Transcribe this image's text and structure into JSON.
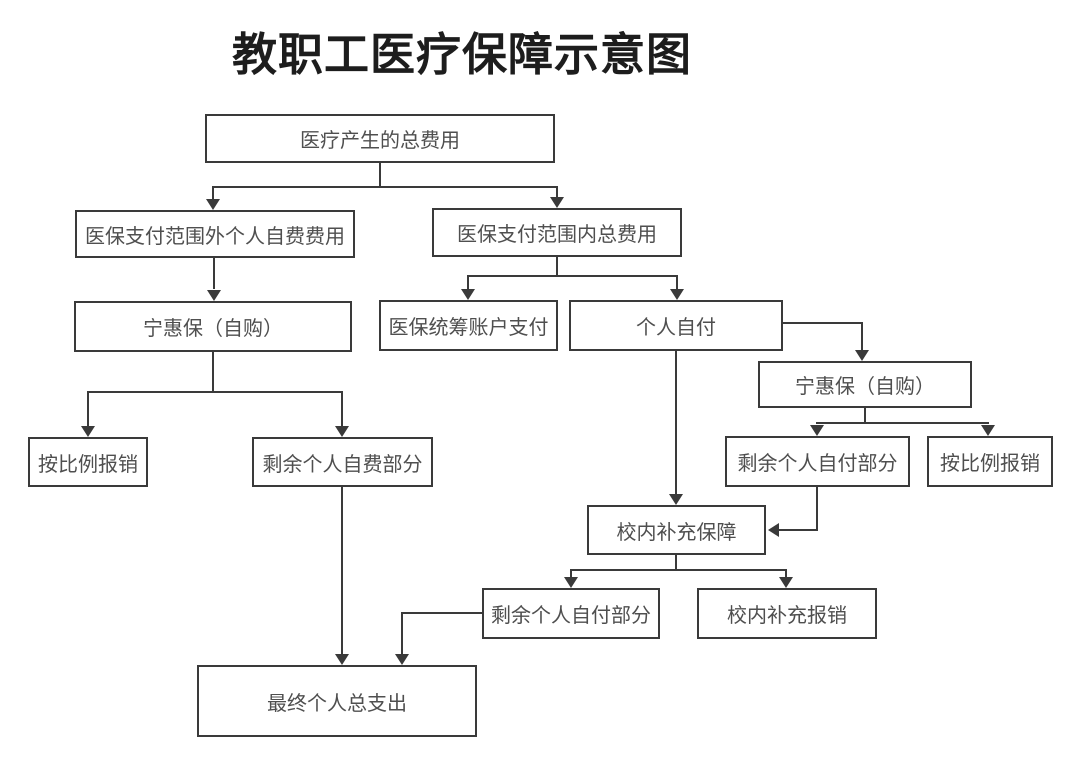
{
  "title": "教职工医疗保障示意图",
  "diagram": {
    "type": "flowchart",
    "nodes": {
      "total_cost": "医疗产生的总费用",
      "out_of_scope_self_pay": "医保支付范围外个人自费费用",
      "in_scope_total": "医保支付范围内总费用",
      "ninghuibao_left": "宁惠保（自购）",
      "pooled_account": "医保统筹账户支付",
      "personal_pay": "个人自付",
      "ninghuibao_right": "宁惠保（自购）",
      "remaining_self_pay_right": "剩余个人自付部分",
      "proportional_reimb_right": "按比例报销",
      "proportional_reimb_left": "按比例报销",
      "remaining_self_fund_left": "剩余个人自费部分",
      "campus_supplement": "校内补充保障",
      "remaining_self_pay_bottom": "剩余个人自付部分",
      "campus_reimb": "校内补充报销",
      "final_total": "最终个人总支出"
    },
    "edges": [
      {
        "from": "total_cost",
        "to": "out_of_scope_self_pay"
      },
      {
        "from": "total_cost",
        "to": "in_scope_total"
      },
      {
        "from": "out_of_scope_self_pay",
        "to": "ninghuibao_left"
      },
      {
        "from": "in_scope_total",
        "to": "pooled_account"
      },
      {
        "from": "in_scope_total",
        "to": "personal_pay"
      },
      {
        "from": "ninghuibao_left",
        "to": "proportional_reimb_left"
      },
      {
        "from": "ninghuibao_left",
        "to": "remaining_self_fund_left"
      },
      {
        "from": "personal_pay",
        "to": "campus_supplement"
      },
      {
        "from": "personal_pay",
        "to": "ninghuibao_right"
      },
      {
        "from": "ninghuibao_right",
        "to": "remaining_self_pay_right"
      },
      {
        "from": "ninghuibao_right",
        "to": "proportional_reimb_right"
      },
      {
        "from": "remaining_self_pay_right",
        "to": "campus_supplement"
      },
      {
        "from": "campus_supplement",
        "to": "remaining_self_pay_bottom"
      },
      {
        "from": "campus_supplement",
        "to": "campus_reimb"
      },
      {
        "from": "remaining_self_fund_left",
        "to": "final_total"
      },
      {
        "from": "remaining_self_pay_bottom",
        "to": "final_total"
      }
    ]
  },
  "colors": {
    "background": "#ffffff",
    "title": "#1d1d1d",
    "box_border": "#3a3a3a",
    "box_background": "#ffffff",
    "box_text": "#4f4f4f",
    "line": "#3a3a3a"
  }
}
